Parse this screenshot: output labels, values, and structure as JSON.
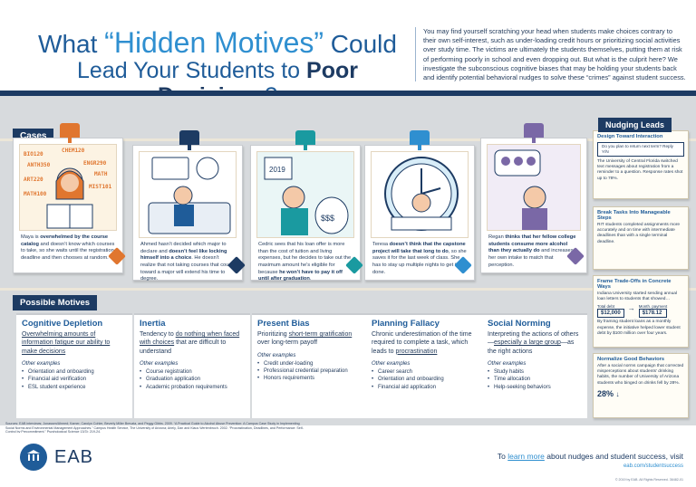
{
  "header": {
    "title_pre": "What ",
    "title_quote": "“Hidden Motives”",
    "title_post": " Could",
    "title_line2_pre": "Lead Your Students to ",
    "title_line2_bold": "Poor Decisions",
    "title_line2_post": "?",
    "intro": "You may find yourself scratching your head when students make choices contrary to their own self-interest, such as under-loading credit hours or prioritizing social activities over study time. The victims are ultimately the students themselves, putting them at risk of performing poorly in school and even dropping out. But what is the culprit here? We investigate the subconscious cognitive biases that may be holding your students back and identify potential behavioral nudges to solve these “crimes” against student success."
  },
  "cases": {
    "label": "Cases",
    "items": [
      {
        "pre": "Maya is ",
        "bold": "overwhelmed by the course catalog",
        "post": " and doesn’t know which courses to take, so she waits until the registration deadline and then chooses at random."
      },
      {
        "pre": "Ahmed hasn’t decided which major to declare and ",
        "bold": "doesn’t feel like locking himself into a choice",
        "post": ". He doesn’t realize that not taking courses that count toward a major will extend his time to degree."
      },
      {
        "pre": "Cedric sees that his loan offer is more than the cost of tuition and living expenses, but he decides to take out the maximum amount he’s eligible for because ",
        "bold": "he won’t have to pay it off until after graduation",
        "post": "."
      },
      {
        "pre": "Teresa ",
        "bold": "doesn’t think that the capstone project will take that long to do",
        "post": ", so she saves it for the last week of class. She has to stay up multiple nights to get it done."
      },
      {
        "pre": "Regan ",
        "bold": "thinks that her fellow college students consume more alcohol than they actually do",
        "post": " and increases her own intake to match that perception."
      }
    ],
    "maya_courses": [
      "BIO120",
      "CHEM120",
      "ANTH350",
      "ENGR290",
      "MATH",
      "ART220",
      "MIST101",
      "MATH100"
    ],
    "cedric_year": "2019",
    "cedric_money": "$$$"
  },
  "motives": {
    "label": "Possible Motives",
    "examples_label": "Other examples",
    "items": [
      {
        "title": "Cognitive Depletion",
        "def_u": "Overwhelming amounts of information fatigue our ability to make decisions",
        "def_post": "",
        "examples": [
          "Orientation and onboarding",
          "Financial aid verification",
          "ESL student experience"
        ]
      },
      {
        "title": "Inertia",
        "def_pre": "Tendency to ",
        "def_u": "do nothing when faced with choices",
        "def_post": " that are difficult to understand",
        "examples": [
          "Course registration",
          "Graduation application",
          "Academic probation requirements"
        ]
      },
      {
        "title": "Present Bias",
        "def_pre": "Prioritizing ",
        "def_u": "short-term gratification",
        "def_post": " over long-term payoff",
        "examples": [
          "Credit under-loading",
          "Professional credential preparation",
          "Honors requirements"
        ]
      },
      {
        "title": "Planning Fallacy",
        "def_pre": "Chronic underestimation of the time required to complete a task, which leads to ",
        "def_u": "procrastination",
        "def_post": "",
        "examples": [
          "Career search",
          "Orientation and onboarding",
          "Financial aid application"
        ]
      },
      {
        "title": "Social Norming",
        "def_pre": "Interpreting the actions of others—",
        "def_u": "especially a large group",
        "def_post": "—as the right actions",
        "examples": [
          "Study habits",
          "Time allocation",
          "Help-seeking behaviors"
        ]
      }
    ]
  },
  "leads": {
    "label": "Nudging Leads",
    "items": [
      {
        "title": "Design Toward Interaction",
        "body": "The University of Central Florida switched text messages about registration from a reminder to a question. Response rates shot up to 78%.",
        "bubble": "Do you plan to return next term? Reply Y/N"
      },
      {
        "title": "Break Tasks Into Manageable Steps",
        "body": "RIT students completed assignments more accurately and on time with intermediate deadlines than with a single terminal deadline."
      },
      {
        "title": "Frame Trade-Offs in Concrete Ways",
        "body": "Indiana University started sending annual loan letters to students that showed…",
        "amount1_label": "Total debt",
        "amount1": "$12,000",
        "amount2_label": "Month. payment",
        "amount2": "$178.12",
        "body2": "By framing student loans as a monthly expense, the initiative helped lower student debt by $100 million over four years."
      },
      {
        "title": "Normalize Good Behaviors",
        "body": "After a social norms campaign that corrected misperceptions about students’ drinking habits, the number of University of Arizona students who binged on drinks fell by 28%.",
        "stat": "28%"
      }
    ]
  },
  "sources": "Sources: EAB interviews; Jonassen/Ahmed; Kamer, Carolyn Cohler, Beverly Miller Brevata, and Peggy Gibbs. 2009. “A Practical Guide to Alcohol Abuse Prevention: A Campus Case Study in Implementing Social Norms and Environmental Management Approaches.” Campus Health Service, The University of Arizona; Ariely, Dan and Klaus Wertenbroch. 2002. “Procrastination, Deadlines, and Performance: Self-Control by Precommitment.” Psychological Science 13(3): 219-24.",
  "footer": {
    "brand": "EAB",
    "learn_pre": "To ",
    "learn_link": "learn more",
    "learn_post": " about nudges and student success, visit",
    "url": "eab.com/studentsuccess",
    "copyright": "© 2019 by EAB. All Rights Reserved. 36482-01"
  },
  "colors": {
    "navy": "#1d3b63",
    "orange": "#e0762f",
    "teal": "#1a9aa0",
    "blue": "#2f8fd0",
    "cream": "#fcf3e3"
  }
}
